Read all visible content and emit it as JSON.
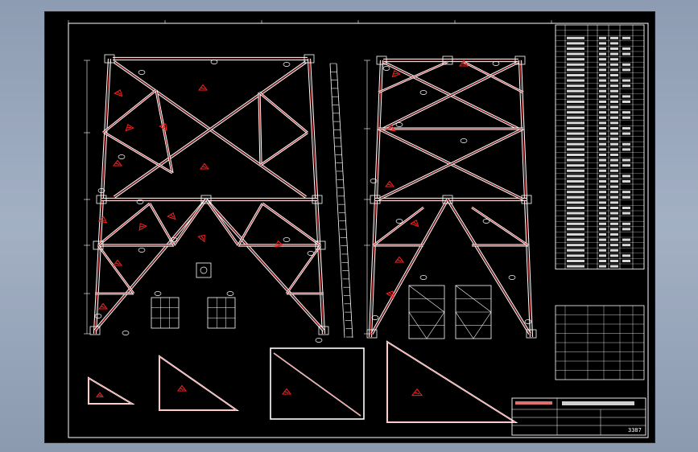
{
  "drawing": {
    "sheet_number": "3387",
    "colors": {
      "background": "#000000",
      "frame": "#ffffff",
      "member": "#ffffff",
      "member_center": "#ff2a2a",
      "marker": "#ff2020",
      "dimension": "#ffffff",
      "page_bg": "#9aa7bc"
    },
    "views": [
      "left-tower-elevation",
      "right-tower-elevation",
      "center-dimension-column",
      "gusset-plate-details",
      "triangle-panel-details",
      "parts-table",
      "title-block"
    ]
  }
}
